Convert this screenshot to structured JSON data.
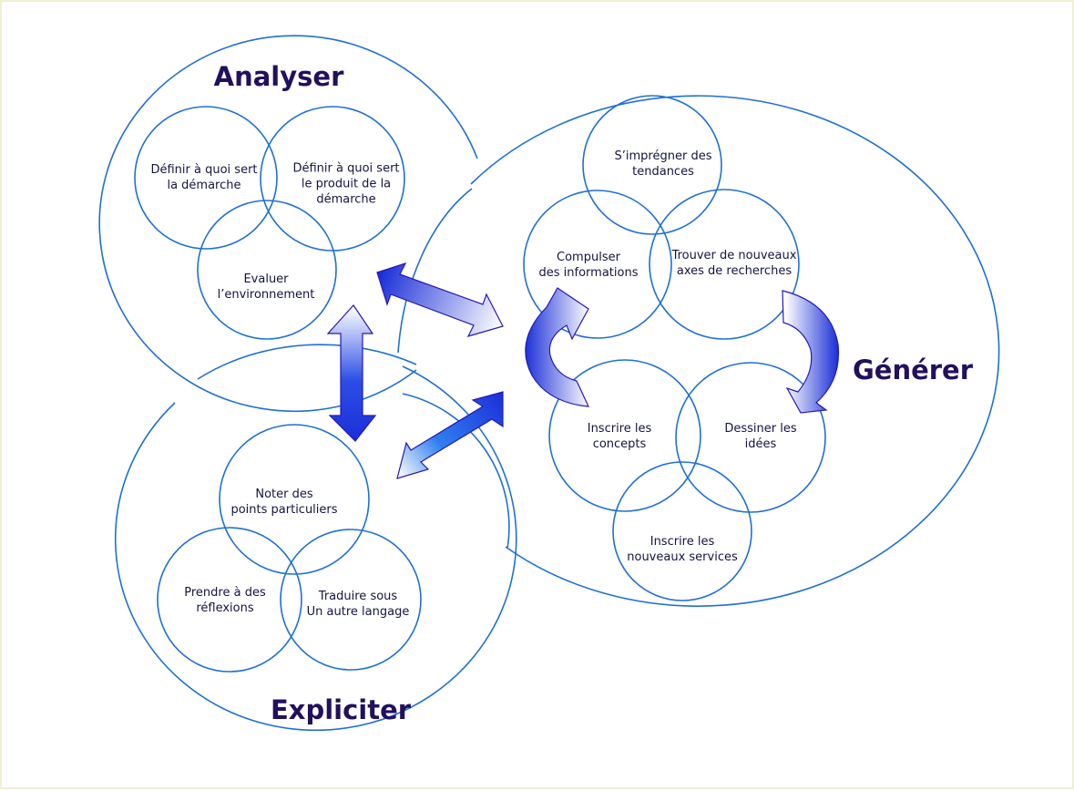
{
  "groups": {
    "analyser": {
      "title": "Analyser",
      "items": [
        [
          "Définir à quoi sert",
          "la démarche"
        ],
        [
          "Définir à quoi sert",
          "le produit de la",
          "démarche"
        ],
        [
          "Evaluer",
          "l’environnement"
        ]
      ]
    },
    "generer": {
      "title": "Générer",
      "items": [
        [
          "S’imprégner des",
          "tendances"
        ],
        [
          "Compulser",
          "des informations"
        ],
        [
          "Trouver de nouveaux",
          "axes de recherches"
        ],
        [
          "Inscrire les",
          "concepts"
        ],
        [
          "Dessiner les",
          "idées"
        ],
        [
          "Inscrire les",
          "nouveaux services"
        ]
      ]
    },
    "expliciter": {
      "title": "Expliciter",
      "items": [
        [
          "Noter des",
          "points particuliers"
        ],
        [
          "Prendre à des",
          "réflexions"
        ],
        [
          "Traduire sous",
          "Un autre langage"
        ]
      ]
    }
  },
  "colors": {
    "ring": "#1f6fd8",
    "title": "#22105e",
    "arrow_dark": "#1b2fd8",
    "arrow_light": "#ffffff"
  },
  "icons": {
    "connector": "double-arrow-icon",
    "cycle": "curved-arrow-icon"
  }
}
